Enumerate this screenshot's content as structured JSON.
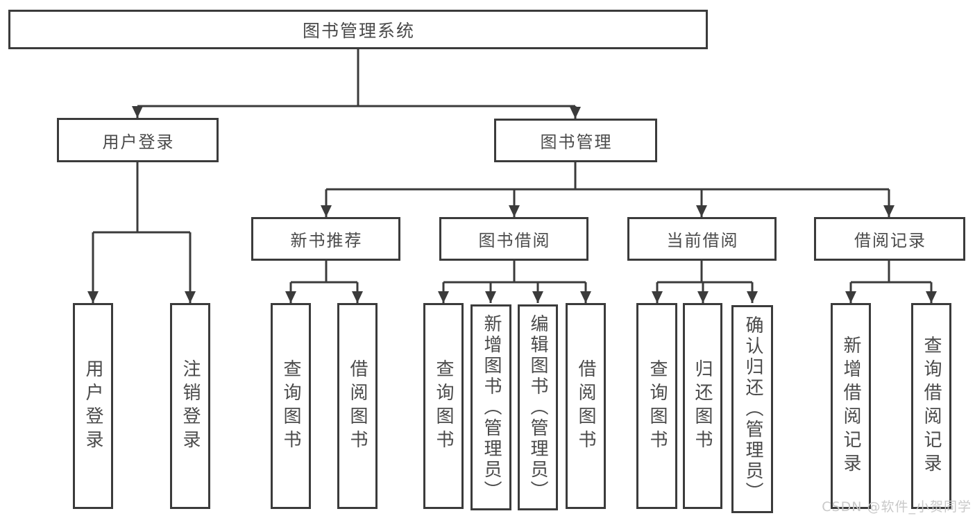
{
  "diagram_title": "图书管理系统",
  "tree": {
    "label": "图书管理系统",
    "children": [
      {
        "label": "用户登录",
        "children": [
          {
            "label": "用户登录"
          },
          {
            "label": "注销登录"
          }
        ]
      },
      {
        "label": "图书管理",
        "children": [
          {
            "label": "新书推荐",
            "children": [
              {
                "label": "查询图书"
              },
              {
                "label": "借阅图书"
              }
            ]
          },
          {
            "label": "图书借阅",
            "children": [
              {
                "label": "查询图书"
              },
              {
                "label": "新增图书（管理员）"
              },
              {
                "label": "编辑图书（管理员）"
              },
              {
                "label": "借阅图书"
              }
            ]
          },
          {
            "label": "当前借阅",
            "children": [
              {
                "label": "查询图书"
              },
              {
                "label": "归还图书"
              },
              {
                "label": "确认归还（管理员）"
              }
            ]
          },
          {
            "label": "借阅记录",
            "children": [
              {
                "label": "新增借阅记录"
              },
              {
                "label": "查询借阅记录"
              }
            ]
          }
        ]
      }
    ]
  },
  "watermark": {
    "text": "CSDN @软件_小贺同学"
  },
  "colors": {
    "line": "#3b3b3b",
    "text": "#4a4a4a",
    "background": "#ffffff",
    "watermark": "#c9c9c9"
  }
}
